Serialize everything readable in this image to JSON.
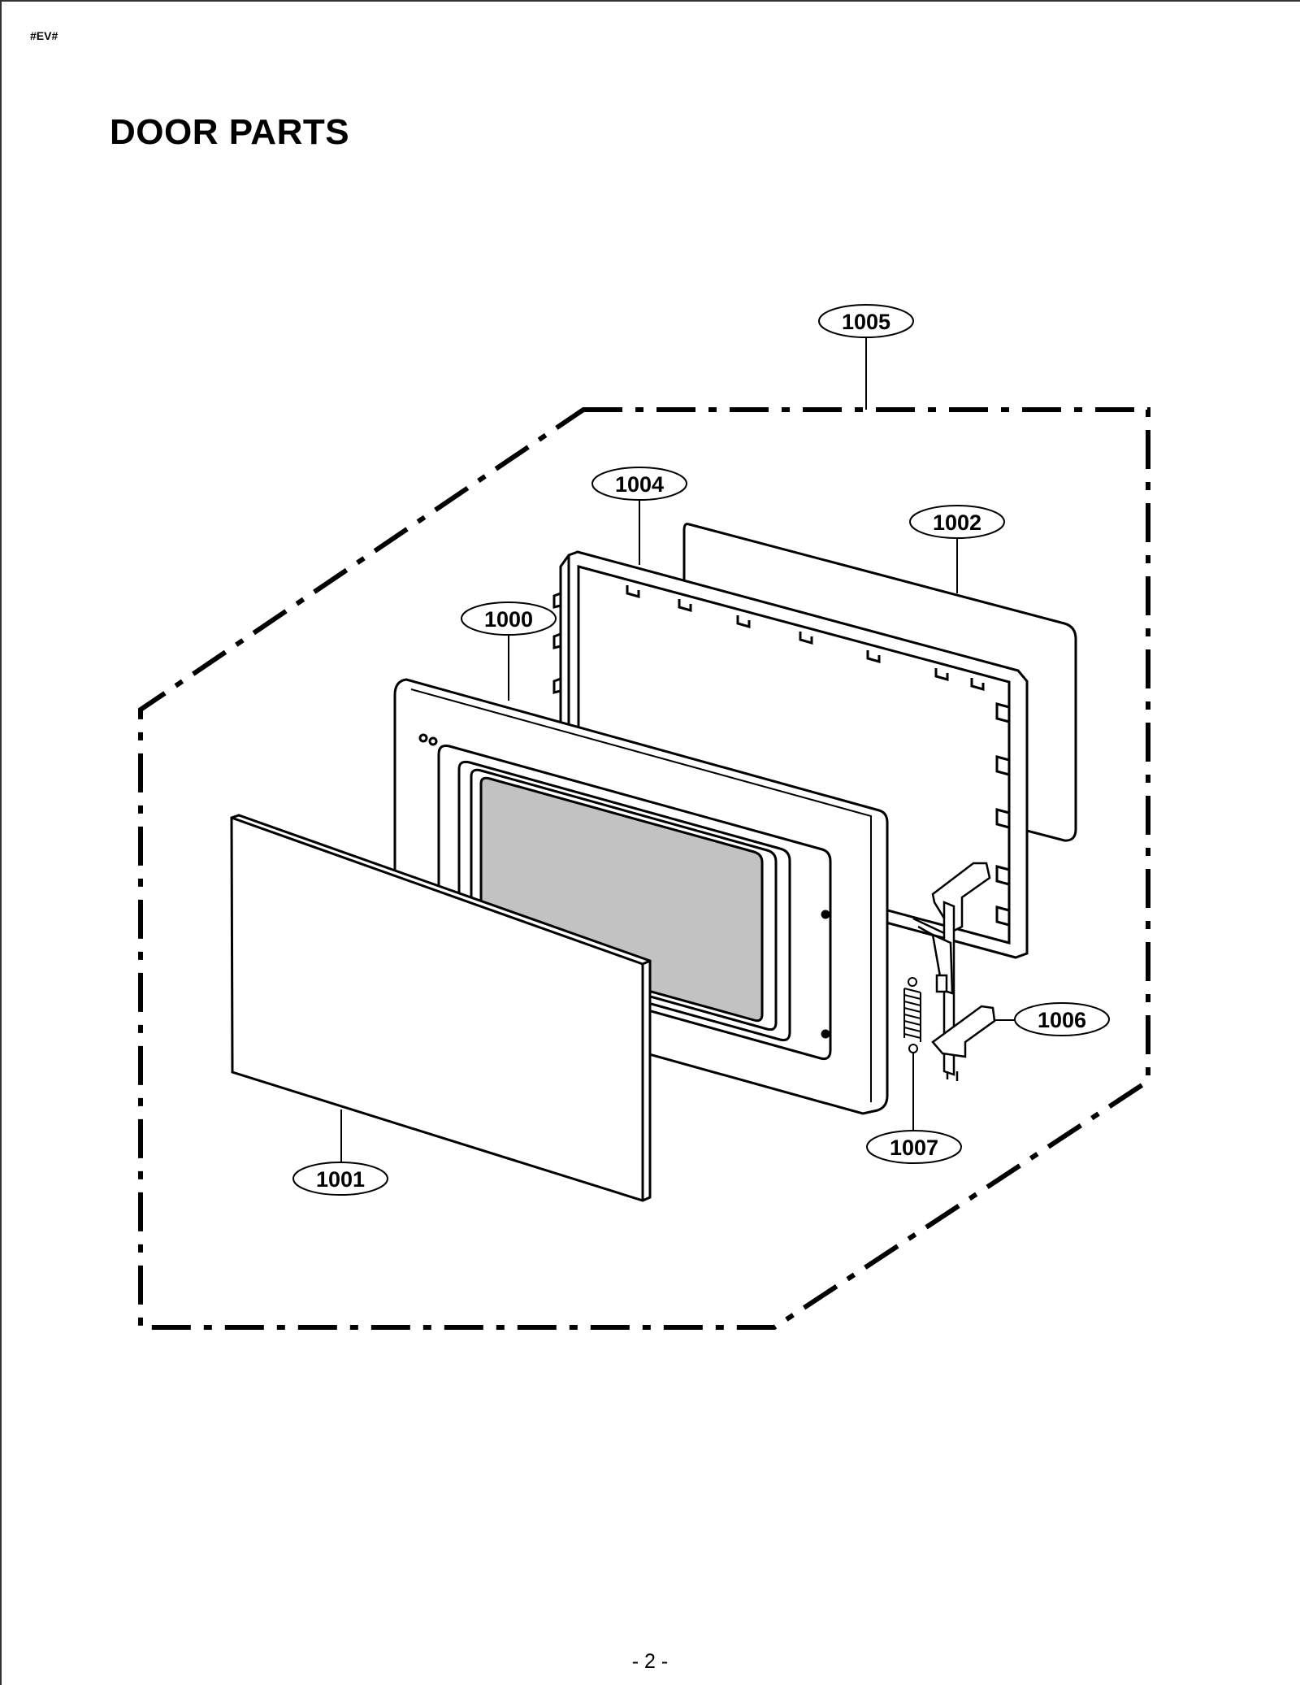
{
  "header": {
    "doc_code": "#EV#"
  },
  "title": "DOOR PARTS",
  "footer": {
    "page_number": "- 2 -"
  },
  "callouts": [
    {
      "id": "1005",
      "label": "1005"
    },
    {
      "id": "1004",
      "label": "1004"
    },
    {
      "id": "1002",
      "label": "1002"
    },
    {
      "id": "1000",
      "label": "1000"
    },
    {
      "id": "1006",
      "label": "1006"
    },
    {
      "id": "1007",
      "label": "1007"
    },
    {
      "id": "1001",
      "label": "1001"
    }
  ],
  "colors": {
    "line": "#000000",
    "glass": "#c2c2c2",
    "paper": "#ffffff"
  }
}
